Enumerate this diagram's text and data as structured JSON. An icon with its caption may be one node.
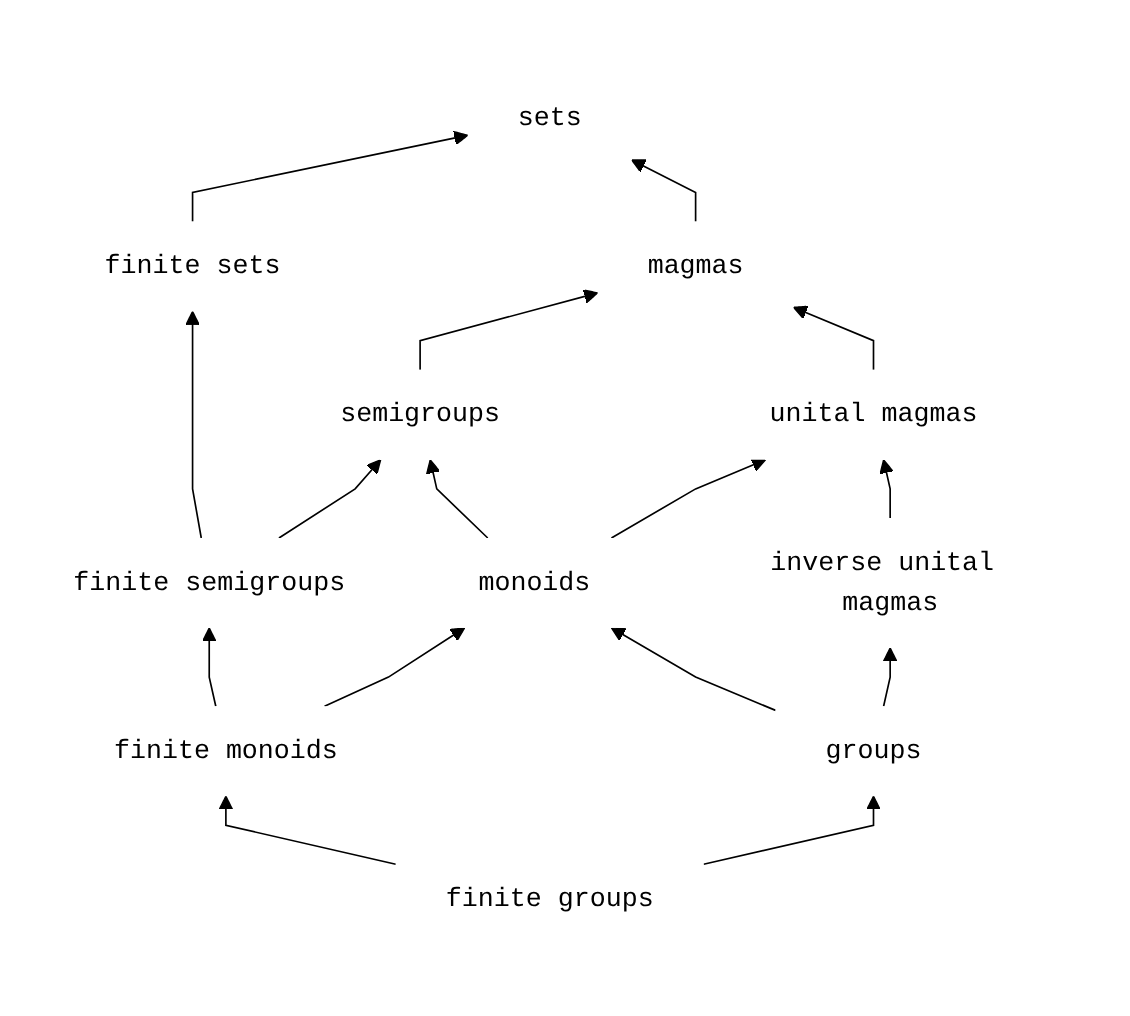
{
  "diagram": {
    "nodes": [
      {
        "text": [
          "sets"
        ]
      },
      {
        "text": [
          "finite sets"
        ]
      },
      {
        "text": [
          "magmas"
        ]
      },
      {
        "text": [
          "semigroups"
        ]
      },
      {
        "text": [
          "unital magmas"
        ]
      },
      {
        "text": [
          "finite semigroups"
        ]
      },
      {
        "text": [
          "monoids"
        ]
      },
      {
        "text": [
          "inverse unital magmas"
        ]
      },
      {
        "text": [
          "finite monoids"
        ]
      },
      {
        "text": [
          "groups"
        ]
      },
      {
        "text": [
          "finite groups"
        ]
      }
    ],
    "edges": [
      {
        "from": 1,
        "to": 0,
        "arrow": "to"
      },
      {
        "from": 2,
        "to": 0,
        "arrow": "to"
      },
      {
        "from": 3,
        "to": 2,
        "arrow": "to"
      },
      {
        "from": 4,
        "to": 2,
        "arrow": "to"
      },
      {
        "from": 5,
        "to": 1,
        "arrow": "to"
      },
      {
        "from": 5,
        "to": 3,
        "arrow": "to"
      },
      {
        "from": 6,
        "to": 3,
        "arrow": "to"
      },
      {
        "from": 6,
        "to": 4,
        "arrow": "to"
      },
      {
        "from": 7,
        "to": 4,
        "arrow": "to"
      },
      {
        "from": 8,
        "to": 5,
        "arrow": "to"
      },
      {
        "from": 8,
        "to": 6,
        "arrow": "to"
      },
      {
        "from": 9,
        "to": 6,
        "arrow": "to"
      },
      {
        "from": 9,
        "to": 7,
        "arrow": "to"
      },
      {
        "from": 10,
        "to": 8,
        "arrow": "to"
      },
      {
        "from": 10,
        "to": 9,
        "arrow": "to"
      }
    ]
  }
}
